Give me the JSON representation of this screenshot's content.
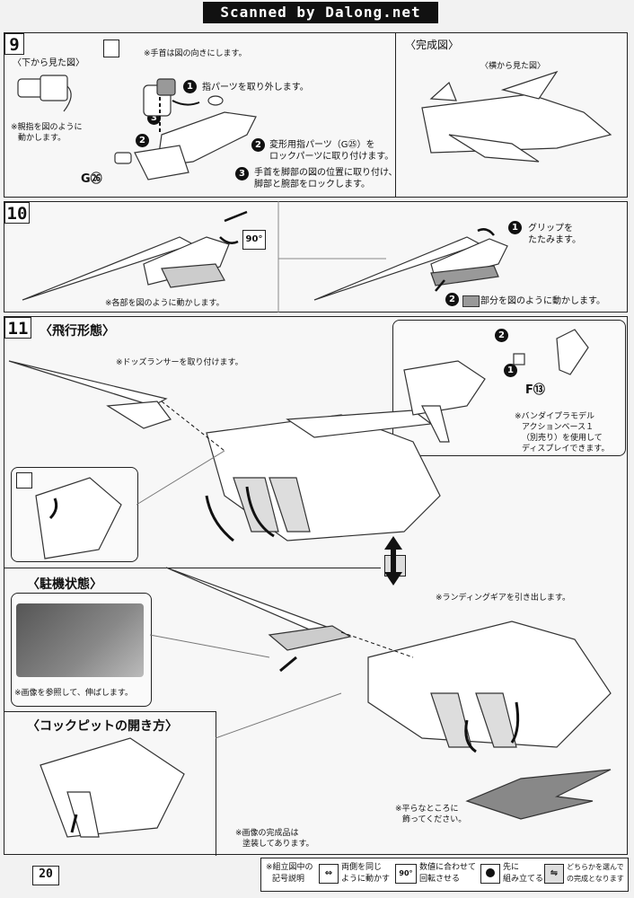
{
  "watermark": "Scanned by Dalong.net",
  "step9": {
    "number": "9",
    "view_label": "〈下から見た図〉",
    "wrist_note": "※手首は図の向きにします。",
    "thumb_note_1": "※親指を図のように",
    "thumb_note_2": "動かします。",
    "s1_text": "指パーツを取り外します。",
    "s2_text_1": "変形用指パーツ（G㉕）を",
    "s2_text_2": "ロックパーツに取り付けます。",
    "s3_text_1": "手首を脚部の図の位置に取り付け、",
    "s3_text_2": "脚部と腕部をロックします。",
    "part_label": "G㉖",
    "complete_title": "〈完成図〉",
    "side_view": "〈横から見た図〉"
  },
  "step10": {
    "number": "10",
    "angle_icon": "90°",
    "note_move": "※各部を図のように動かします。",
    "grip_1": "グリップを",
    "grip_2": "たたみます。",
    "part_move": "部分を図のように動かします。"
  },
  "step11": {
    "number": "11",
    "flight_title": "〈飛行形態〉",
    "lancer_note": "※ドッズランサーを取り付けます。",
    "part_label": "F⑬",
    "stand_1": "※バンダイプラモデル",
    "stand_2": "アクションベース１",
    "stand_3": "（別売り）を使用して",
    "stand_4": "ディスプレイできます。",
    "parked_title": "〈駐機状態〉",
    "landing_note": "※ランディングギアを引き出します。",
    "extend_note": "※画像を参照して、伸ばします。",
    "cockpit_title": "〈コックピットの開き方〉",
    "painted_1": "※画像の完成品は",
    "painted_2": "塗装してあります。",
    "flat_1": "※平らなところに",
    "flat_2": "飾ってください。"
  },
  "footer": {
    "page_number": "20",
    "legend_title_1": "※組立図中の",
    "legend_title_2": "記号説明",
    "legend": [
      {
        "icon": "both-sides-icon",
        "text_1": "両側を同じ",
        "text_2": "ように動かす"
      },
      {
        "icon": "rotate-icon",
        "glyph": "90°",
        "text_1": "数値に合わせて",
        "text_2": "回転させる"
      },
      {
        "icon": "assemble-first-icon",
        "text_1": "先に",
        "text_2": "組み立てる"
      },
      {
        "icon": "choose-icon",
        "text_1": "どちらかを選んで",
        "text_2": "の完成となります"
      }
    ]
  }
}
